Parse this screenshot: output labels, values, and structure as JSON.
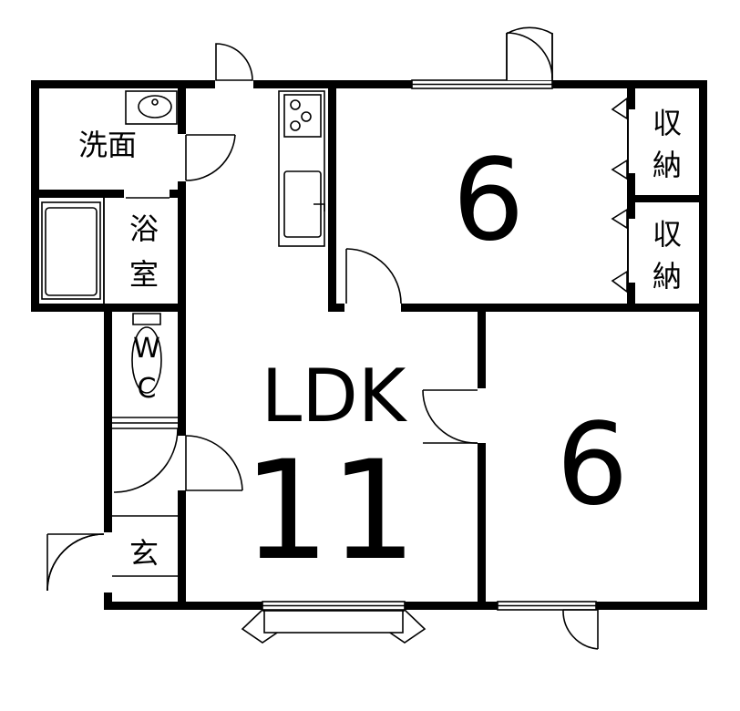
{
  "plan": {
    "rooms": {
      "washroom": "洗面",
      "bath_1": "浴",
      "bath_2": "室",
      "wc_1": "W",
      "wc_2": "C",
      "entrance": "玄",
      "bedroom_north": "6",
      "storage_1_a": "収",
      "storage_1_b": "納",
      "storage_2_a": "収",
      "storage_2_b": "納",
      "ldk_label": "LDK",
      "ldk_size": "11",
      "bedroom_south": "6"
    }
  }
}
